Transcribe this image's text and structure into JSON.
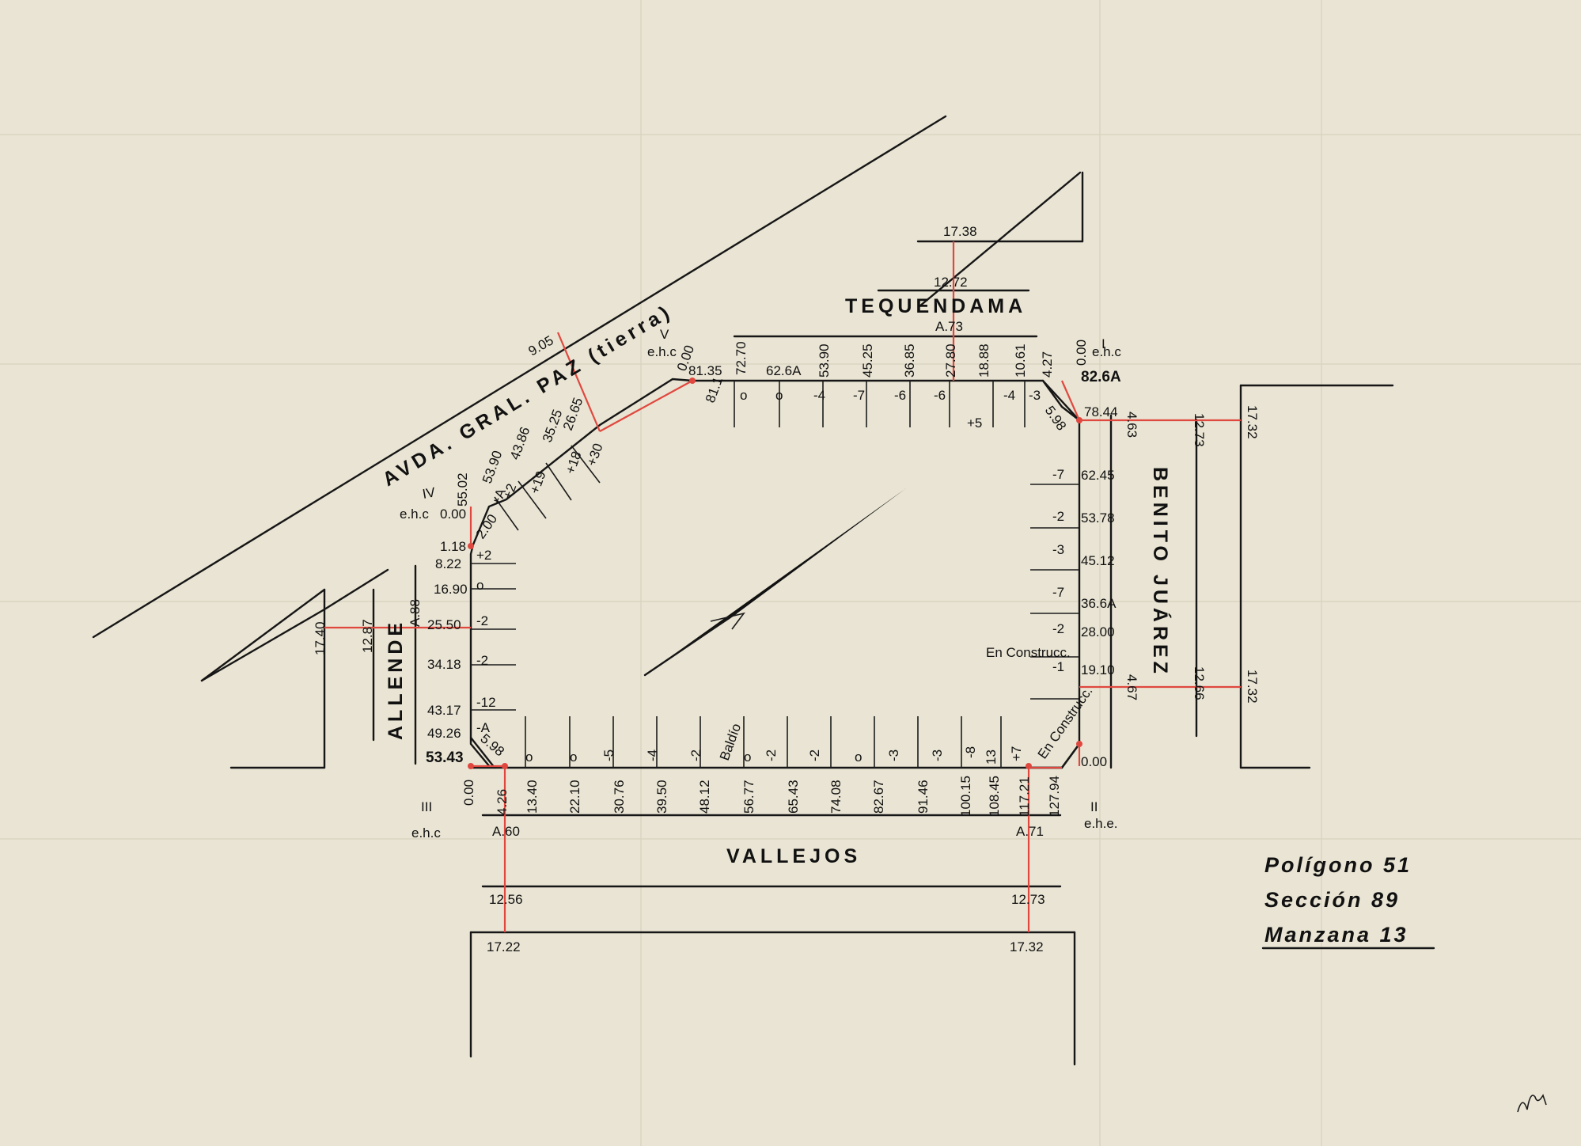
{
  "streets": {
    "avenue": "AVDA. GRAL. PAZ (tierra)",
    "north": "TEQUENDAMA",
    "east": "BENITO JUÁREZ",
    "south": "VALLEJOS",
    "west": "ALLENDE"
  },
  "corners": {
    "I": {
      "roman": "I",
      "code": "e.h.c"
    },
    "II": {
      "roman": "II",
      "code": "e.h.e."
    },
    "III": {
      "roman": "III",
      "code": "e.h.c"
    },
    "IV": {
      "roman": "IV",
      "code": "e.h.c"
    },
    "V": {
      "roman": "V",
      "code": "e.h.c"
    }
  },
  "north_side": {
    "chainage": [
      "81.35",
      "72.70",
      "62.6A",
      "53.90",
      "45.25",
      "36.85",
      "27.80",
      "18.88",
      "10.61",
      "4.27",
      "0.00"
    ],
    "levels": [
      "o",
      "o",
      "-4",
      "-7",
      "-6",
      "-6",
      "+5",
      "-4",
      "-3"
    ],
    "end": "82.6A",
    "chamfer": "5.98",
    "width_label": "A.73",
    "street_width": "12.72",
    "opposite_width": "17.38"
  },
  "east_side": {
    "chainage": [
      "78.44",
      "62.45",
      "53.78",
      "45.12",
      "36.6A",
      "28.00",
      "19.10",
      "0.00"
    ],
    "levels": [
      "-7",
      "-2",
      "-3",
      "-7",
      "-2",
      "-1"
    ],
    "width_top": "4.63",
    "width_bottom": "4.67",
    "street_width_top": "12.73",
    "street_width_bottom": "12.66",
    "opposite_top": "17.32",
    "opposite_bottom": "17.32",
    "note1": "En Construcc.",
    "note2": "En Construcc."
  },
  "south_side": {
    "chainage": [
      "0.00",
      "4.26",
      "13.40",
      "22.10",
      "30.76",
      "39.50",
      "48.12",
      "56.77",
      "65.43",
      "74.08",
      "82.67",
      "91.46",
      "100.15",
      "108.45",
      "117.21",
      "127.94"
    ],
    "levels": [
      "o",
      "o",
      "-5",
      "-4",
      "-2",
      "o",
      "-2",
      "-2",
      "o",
      "-3",
      "-3",
      "-8",
      "+7"
    ],
    "note": "Baldío",
    "width_left": "A.60",
    "width_right": "A.71",
    "street_width_left": "12.56",
    "street_width_right": "12.73",
    "opposite_left": "17.22",
    "opposite_right": "17.32",
    "small_13": "13"
  },
  "west_side": {
    "chainage": [
      "55.02",
      "1.18",
      "8.22",
      "16.90",
      "25.50",
      "34.18",
      "43.17",
      "49.26",
      "53.43"
    ],
    "levels": [
      "+2",
      "o",
      "-2",
      "-2",
      "-12",
      "-A"
    ],
    "chamfer": "5.98",
    "chamfer_top": "2.00",
    "width_label": "A.88",
    "street_width": "12.87",
    "opposite_width": "17.40"
  },
  "avenue_side": {
    "chainage": [
      "53.90",
      "43.86",
      "35.25"
    ],
    "levels": [
      "+A",
      "+2",
      "+19",
      "+18",
      "+30"
    ],
    "offset1": "9.05",
    "offset2": "26.65",
    "corner_small": "0.00",
    "v_small1": "0.00",
    "v_small2": "81.1"
  },
  "info": {
    "line1": "Polígono 51",
    "line2": "Sección 89",
    "line3": "Manzana 13"
  },
  "colors": {
    "paper": "#e9e4d3",
    "ink": "#161616",
    "red": "#e0483f"
  }
}
